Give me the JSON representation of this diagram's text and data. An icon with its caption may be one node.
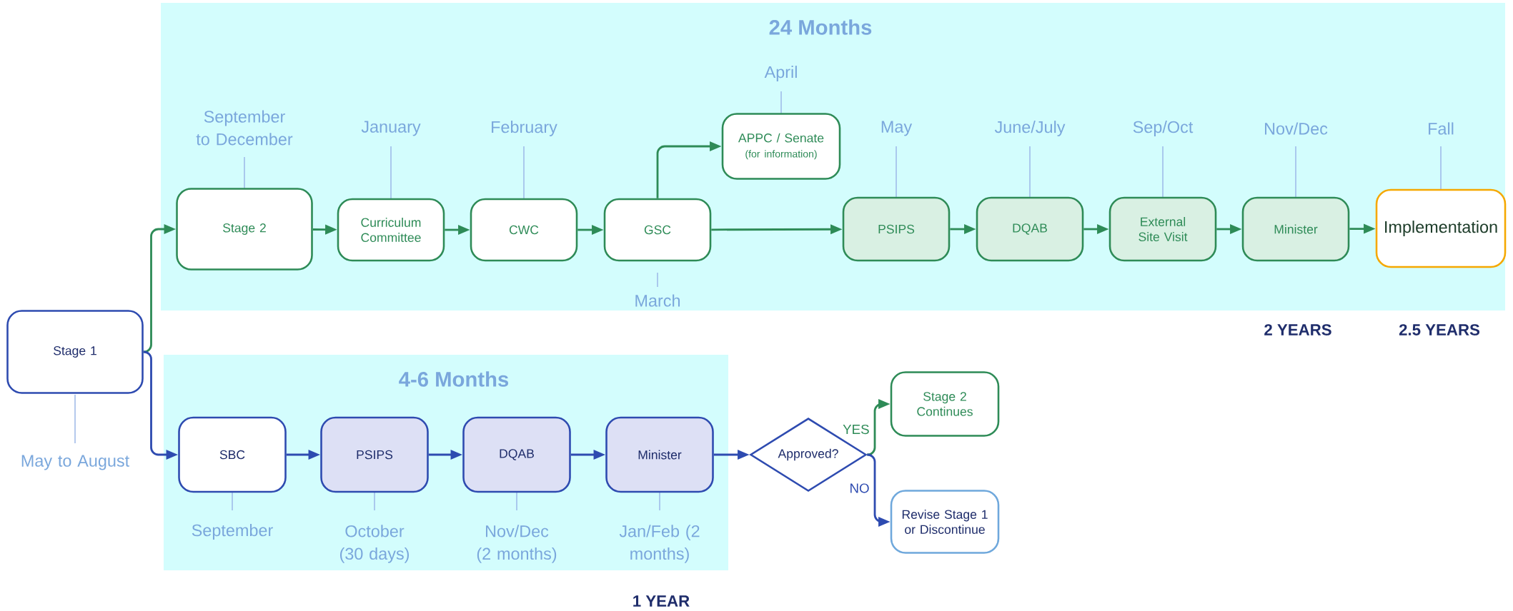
{
  "diagram": {
    "nodes": [
      {
        "text": [
          "24 Months"
        ]
      },
      {
        "text": [
          "Stage 2"
        ],
        "in": 0,
        "beside": [
          "September to December"
        ]
      },
      {
        "text": [
          "Curriculum Committee"
        ],
        "in": 0,
        "beside": [
          "January"
        ]
      },
      {
        "text": [
          "CWC"
        ],
        "in": 0,
        "beside": [
          "February"
        ]
      },
      {
        "text": [
          "GSC"
        ],
        "in": 0,
        "beside": [
          "March"
        ]
      },
      {
        "text": [
          "APPC / Senate",
          "(for information)"
        ],
        "in": 0,
        "beside": [
          "April"
        ]
      },
      {
        "text": [
          "PSIPS"
        ],
        "in": 0,
        "beside": [
          "May"
        ]
      },
      {
        "text": [
          "DQAB"
        ],
        "in": 0,
        "beside": [
          "June/July"
        ]
      },
      {
        "text": [
          "External Site Visit"
        ],
        "in": 0,
        "beside": [
          "Sep/Oct"
        ]
      },
      {
        "text": [
          "Minister"
        ],
        "in": 0,
        "beside": [
          "Nov/Dec"
        ]
      },
      {
        "text": [
          "Implementation"
        ],
        "in": 0,
        "beside": [
          "Fall"
        ]
      },
      {
        "text": [
          "Stage 1"
        ],
        "beside": [
          "May to August"
        ]
      },
      {
        "text": [
          "4-6 Months"
        ]
      },
      {
        "text": [
          "SBC"
        ],
        "in": 12,
        "beside": [
          "September"
        ]
      },
      {
        "text": [
          "PSIPS"
        ],
        "in": 12,
        "beside": [
          "October (30 days)"
        ]
      },
      {
        "text": [
          "DQAB"
        ],
        "in": 12,
        "beside": [
          "Nov/Dec (2 months)"
        ]
      },
      {
        "text": [
          "Minister"
        ],
        "in": 12,
        "beside": [
          "Jan/Feb (2 months)"
        ]
      },
      {
        "text": [
          "Approved?"
        ]
      },
      {
        "text": [
          "Stage 2 Continues"
        ]
      },
      {
        "text": [
          "Revise Stage 1 or Discontinue"
        ]
      }
    ],
    "edges": [
      {
        "from": 11,
        "to": 1,
        "arrow": "to"
      },
      {
        "from": 1,
        "to": 2,
        "arrow": "to"
      },
      {
        "from": 2,
        "to": 3,
        "arrow": "to"
      },
      {
        "from": 3,
        "to": 4,
        "arrow": "to"
      },
      {
        "from": 4,
        "to": 5,
        "arrow": "to"
      },
      {
        "from": 4,
        "to": 6,
        "arrow": "to"
      },
      {
        "from": 6,
        "to": 7,
        "arrow": "to"
      },
      {
        "from": 7,
        "to": 8,
        "arrow": "to"
      },
      {
        "from": 8,
        "to": 9,
        "arrow": "to"
      },
      {
        "from": 9,
        "to": 10,
        "arrow": "to"
      },
      {
        "from": 11,
        "to": 13,
        "arrow": "to",
        "color": "#2e4bb0"
      },
      {
        "from": 13,
        "to": 14,
        "arrow": "to",
        "color": "#2e4bb0"
      },
      {
        "from": 14,
        "to": 15,
        "arrow": "to",
        "color": "#2e4bb0"
      },
      {
        "from": 15,
        "to": 16,
        "arrow": "to",
        "color": "#2e4bb0"
      },
      {
        "from": 16,
        "to": 17,
        "arrow": "to",
        "color": "#2e4bb0"
      },
      {
        "from": 17,
        "to": 18,
        "arrow": "to",
        "label": "YES"
      },
      {
        "from": 17,
        "to": 19,
        "arrow": "to",
        "label": "NO",
        "color": "#2e4bb0"
      }
    ],
    "labels": [
      "2 YEARS",
      "2.5 YEARS",
      "1 YEAR"
    ]
  }
}
